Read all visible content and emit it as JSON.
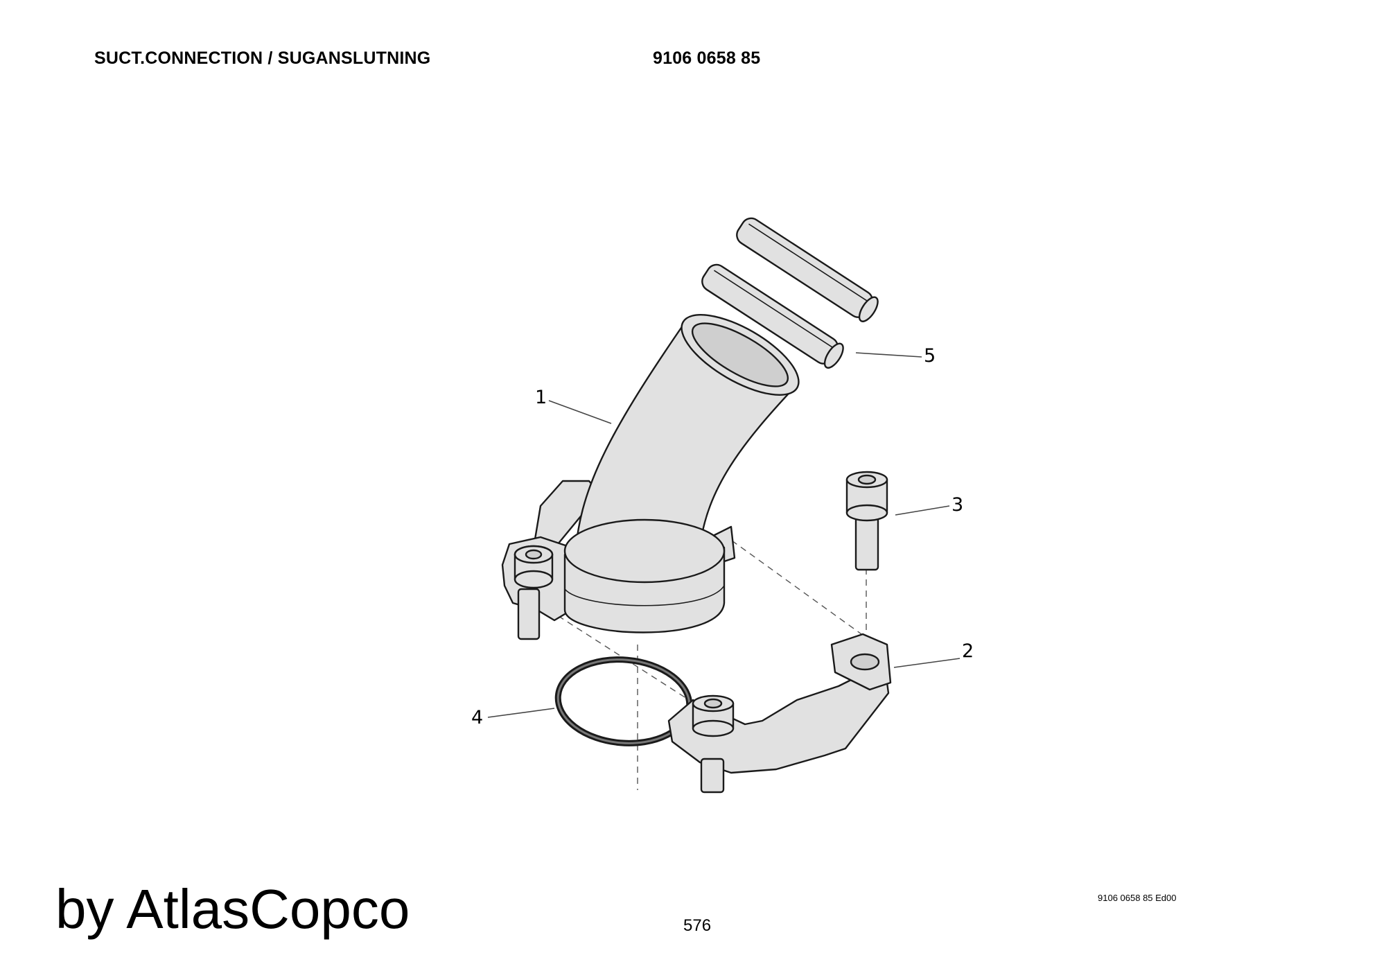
{
  "header": {
    "title": "SUCT.CONNECTION / SUGANSLUTNING",
    "part_number": "9106 0658 85"
  },
  "callouts": [
    "1",
    "2",
    "3",
    "4",
    "5"
  ],
  "footer": {
    "brand": "by AtlasCopco",
    "page_number": "576",
    "doc_ref": "9106 0658 85 Ed00"
  }
}
